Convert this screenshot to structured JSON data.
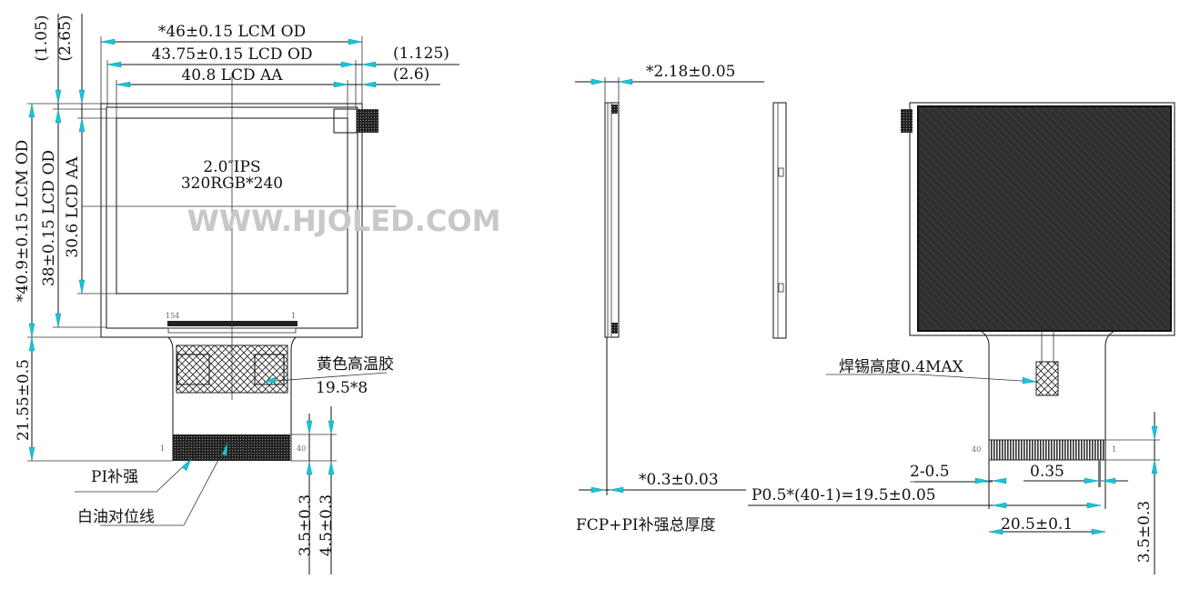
{
  "front_view": {
    "lcm_od_width": "*46±0.15 LCM OD",
    "lcd_od_width": "43.75±0.15 LCD OD",
    "lcd_aa_width": "40.8 LCD AA",
    "right_offset_1": "(1.125)",
    "right_offset_2": "(2.6)",
    "top_offset_1": "(1.05)",
    "top_offset_2": "(2.65)",
    "lcm_od_height": "*40.9±0.15 LCM OD",
    "lcd_od_height": "38±0.15 LCD OD",
    "lcd_aa_height": "30.6 LCD AA",
    "panel_line1": "2.0″IPS",
    "panel_line2": "320RGB*240",
    "pin_left_top": "154",
    "pin_right_top": "1",
    "fpc_length": "21.55±0.5",
    "tape_label": "黄色高温胶",
    "tape_size": "19.5*8",
    "pin_left_bottom": "1",
    "pin_right_bottom": "40",
    "pi_label": "PI补强",
    "white_line_label": "白油对位线",
    "dim_a": "3.5±0.3",
    "dim_b": "4.5±0.3"
  },
  "watermark": "WWW.HJOLED.COM",
  "side_view": {
    "thickness": "*2.18±0.05",
    "fpc_thickness": "*0.3±0.03",
    "fpc_label": "FCP+PI补强总厚度"
  },
  "back_view": {
    "solder_label": "焊锡高度0.4MAX",
    "pin_left": "40",
    "pin_right": "1",
    "pitch_edge": "2-0.5",
    "pin_width": "0.35",
    "pitch_total": "P0.5*(40-1)=19.5±0.05",
    "fpc_width": "20.5±0.1",
    "pad_length": "3.5±0.3"
  },
  "colors": {
    "arrow": "#19c4d6",
    "panel_dark": "#333333"
  }
}
